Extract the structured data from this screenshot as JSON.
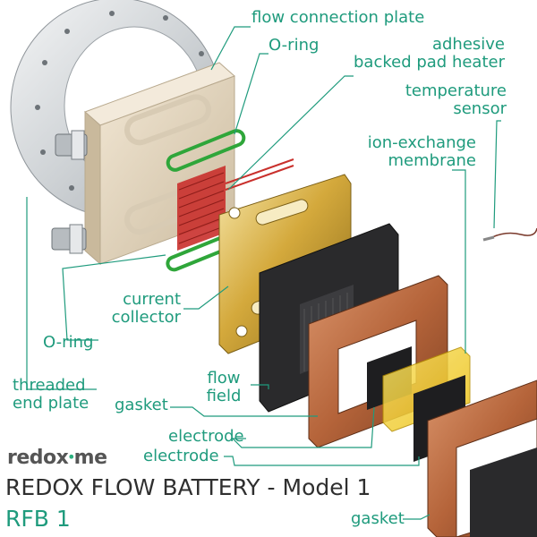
{
  "labels": {
    "flow_connection_plate": "flow connection plate",
    "o_ring_top": "O-ring",
    "adhesive_heater": "adhesive\nbacked pad heater",
    "temperature_sensor": "temperature\nsensor",
    "ion_exchange_membrane": "ion-exchange\nmembrane",
    "current_collector": "current\ncollector",
    "o_ring_bottom": "O-ring",
    "threaded_end_plate": "threaded\nend plate",
    "flow_field": "flow\nfield",
    "gasket_left": "gasket",
    "electrode_1": "electrode",
    "electrode_2": "electrode",
    "gasket_bottom": "gasket"
  },
  "brand": {
    "name_pre": "redox",
    "name_dot": "ꞏ",
    "name_post": "me"
  },
  "title": "REDOX FLOW BATTERY - Model 1",
  "model": "RFB 1",
  "colors": {
    "label_green": "#1f9b7d",
    "oring_green": "#2fa63a",
    "gold": "#d6b24a",
    "copper": "#b86a3e",
    "membrane_yellow": "#f3cf2e",
    "heater_red": "#c9302c",
    "end_plate_gray": "#c8ccd0",
    "flow_plate_beige": "#e8dcc8"
  }
}
